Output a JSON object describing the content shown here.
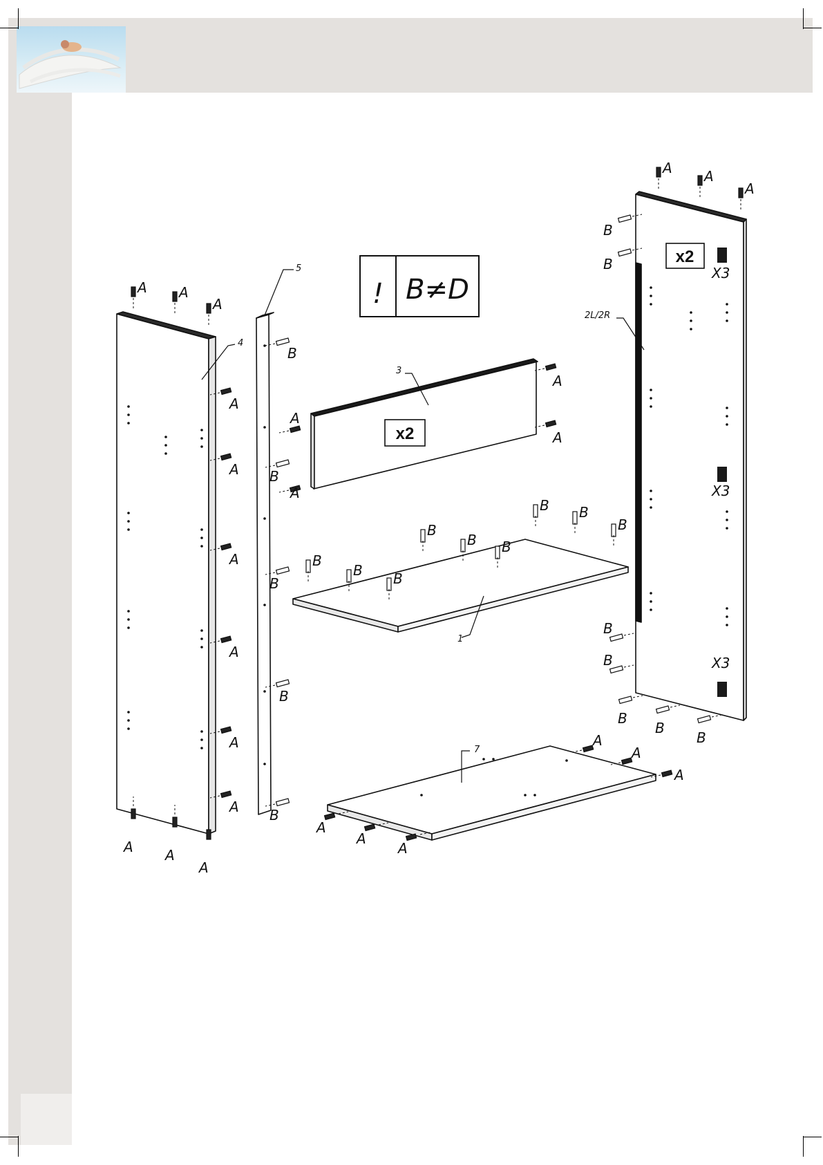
{
  "panel_labels": {
    "part_1": "1",
    "part_2": "2L/2R",
    "part_3": "3",
    "part_4": "4",
    "part_5": "5",
    "part_7": "7"
  },
  "quantity_badges": {
    "shelf": "x2",
    "side_panel": "x2"
  },
  "hinge_labels": [
    "X3",
    "X3",
    "X3"
  ],
  "fitting_labels": {
    "dowel": "A",
    "cam": "B"
  },
  "warning": {
    "mark": "!",
    "text": "B≠D"
  }
}
